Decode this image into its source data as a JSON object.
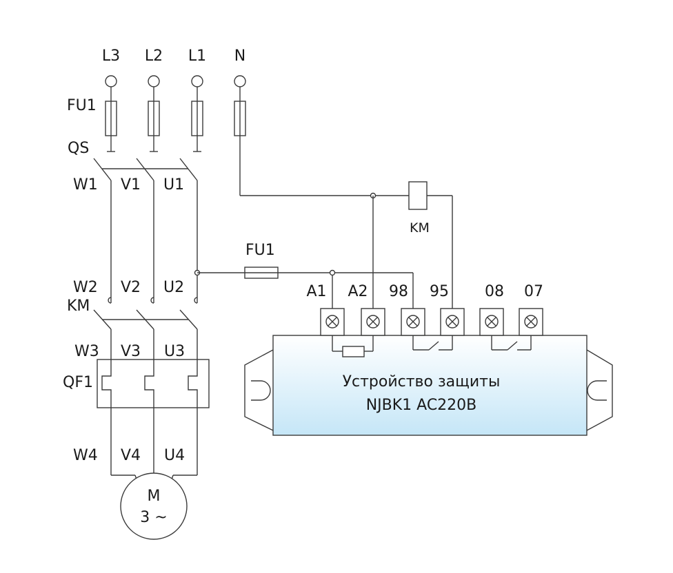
{
  "supply_terminals": [
    "L3",
    "L2",
    "L1",
    "N"
  ],
  "labels": {
    "fu1_main": "FU1",
    "qs": "QS",
    "km_left": "KM",
    "qf1": "QF1",
    "fu1_ctrl": "FU1",
    "km_coil": "KM"
  },
  "conductors": {
    "row1": [
      "W1",
      "V1",
      "U1"
    ],
    "row2": [
      "W2",
      "V2",
      "U2"
    ],
    "row3": [
      "W3",
      "V3",
      "U3"
    ],
    "row4": [
      "W4",
      "V4",
      "U4"
    ]
  },
  "device_terminals": [
    "A1",
    "A2",
    "98",
    "95",
    "08",
    "07"
  ],
  "device": {
    "title_line1": "Устройство защиты",
    "title_line2": "NJBK1 AC220B",
    "gradient_top": "#ffffff",
    "gradient_bottom": "#c5e6f7"
  },
  "motor": {
    "letter": "M",
    "phases": "3 ~"
  },
  "colors": {
    "line": "#3a3a3a",
    "text": "#1a1a1a"
  }
}
